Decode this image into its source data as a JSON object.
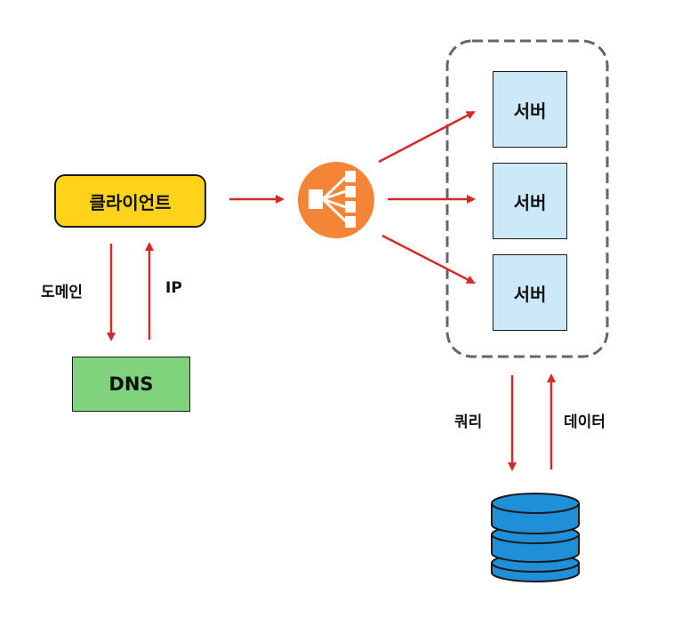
{
  "nodes": {
    "client": "클라이언트",
    "dns": "DNS",
    "servers": [
      "서버",
      "서버",
      "서버"
    ]
  },
  "edge_labels": {
    "domain": "도메인",
    "ip": "IP",
    "query": "쿼리",
    "data": "데이터"
  },
  "icons": {
    "load_balancer": "load-balancer-icon",
    "database": "database-icon"
  },
  "colors": {
    "client_fill": "#ffd319",
    "dns_fill": "#80d27c",
    "server_fill": "#cde8f8",
    "load_balancer": "#f58536",
    "database_fill": "#1f8fd8",
    "arrow": "#d42a2a",
    "cluster_border": "#666666"
  }
}
